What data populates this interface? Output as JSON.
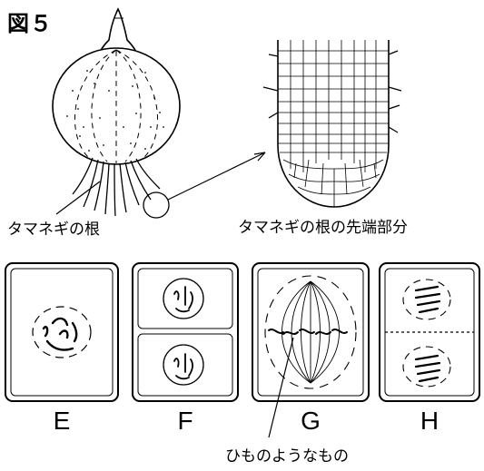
{
  "figure": {
    "title": "図５"
  },
  "labels": {
    "onion_root": "タマネギの根",
    "root_tip": "タマネギの根の先端部分",
    "string_like": "ひものようなもの"
  },
  "panels": [
    {
      "id": "E",
      "label": "E"
    },
    {
      "id": "F",
      "label": "F"
    },
    {
      "id": "G",
      "label": "G"
    },
    {
      "id": "H",
      "label": "H"
    }
  ]
}
